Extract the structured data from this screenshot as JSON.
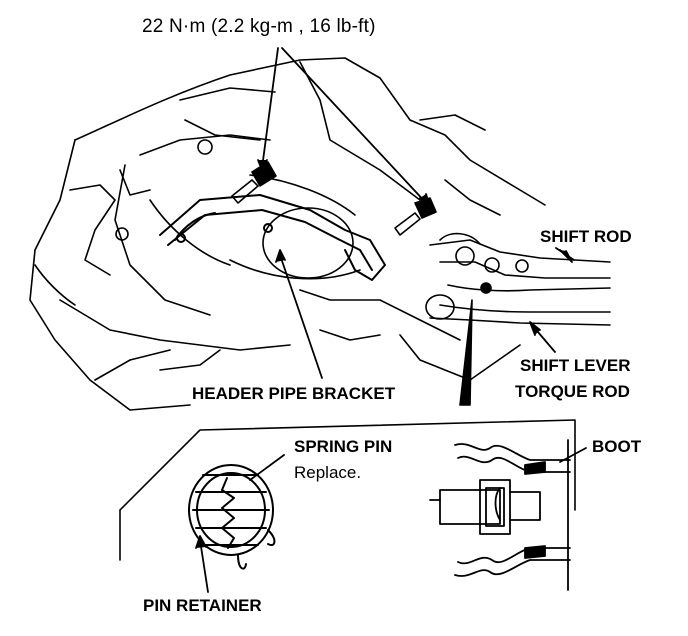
{
  "labels": {
    "torque_spec": "22 N·m (2.2 kg-m , 16 lb-ft)",
    "shift_rod": "SHIFT ROD",
    "shift_lever_line1": "SHIFT LEVER",
    "shift_lever_line2": "TORQUE ROD",
    "header_pipe_bracket": "HEADER PIPE BRACKET",
    "spring_pin": "SPRING PIN",
    "spring_pin_note": "Replace.",
    "boot": "BOOT",
    "pin_retainer": "PIN RETAINER"
  },
  "colors": {
    "ink": "#000000",
    "paper": "#ffffff"
  }
}
